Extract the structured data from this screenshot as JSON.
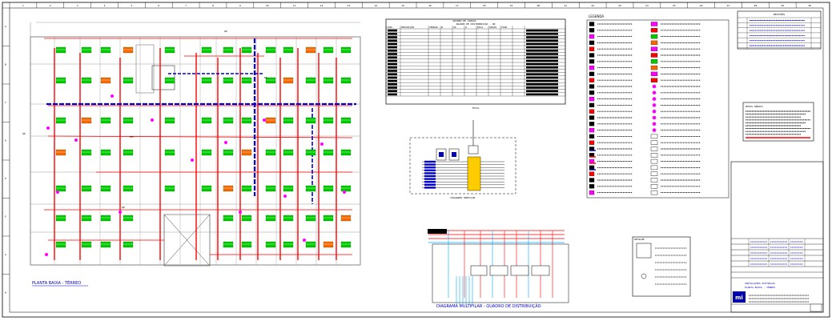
{
  "sheet": {
    "zone_numbers_top": [
      "1",
      "2",
      "3",
      "4",
      "5",
      "6",
      "7",
      "8",
      "9",
      "10",
      "11",
      "12",
      "13",
      "14",
      "15",
      "16",
      "17",
      "18",
      "19",
      "20",
      "21",
      "22",
      "23",
      "24",
      "25",
      "26",
      "27",
      "28",
      "29",
      "30"
    ],
    "zone_letters_side": [
      "A",
      "B",
      "C",
      "D",
      "E",
      "F",
      "G",
      "H"
    ]
  },
  "plan": {
    "caption": "PLANTA BAIXA - TÉRREO",
    "room_labels": [
      "QD",
      "DET",
      "QD",
      "QD",
      "PA"
    ]
  },
  "schedule": {
    "title": "QUADRO DE CARGAS",
    "subtitle": "QUADRO DE DISTRIBUIÇÃO - QD",
    "headers": [
      "CIRC.",
      "DESCRIÇÃO",
      "TENSÃO",
      "W",
      "VA",
      "A",
      "DISJ.",
      "SEÇÃO",
      "FASE"
    ],
    "rows": 20,
    "footer": "TOTAL"
  },
  "riser": {
    "title": "DIAGRAMA UNIFILAR"
  },
  "multiline": {
    "caption": "DIAGRAMA MULTIFILAR - QUADRO DE DISTRIBUIÇÃO"
  },
  "legend": {
    "title": "LEGENDA",
    "rows": 28
  },
  "notes": {
    "title": "NOTAS GERAIS"
  },
  "revisions": {
    "title": "REVISÕES",
    "rows": 6
  },
  "detail_box": {
    "title": "DETALHE"
  },
  "title_block": {
    "project_title": "INSTALAÇÕES ELÉTRICAS",
    "sheet_name": "PLANTA BAIXA - TÉRREO",
    "logo": "mi"
  },
  "colors": {
    "wall": "#9a9a9a",
    "circuit_red": "#ff0000",
    "conduit_blue": "#0000cc",
    "fixture_green": "#00cc00",
    "outlet_magenta": "#ff00ff",
    "panel_yellow": "#ffcc00",
    "fill_orange": "#ff6600"
  }
}
